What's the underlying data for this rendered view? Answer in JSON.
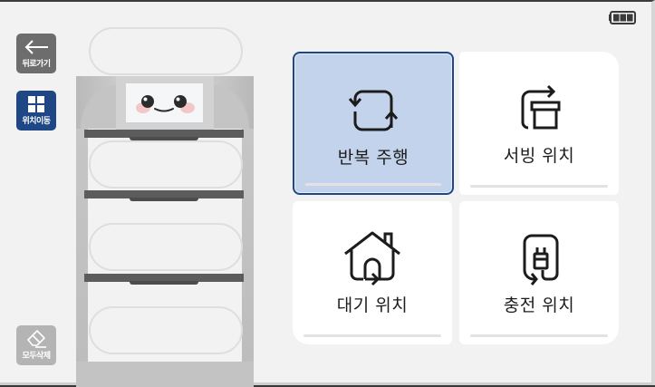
{
  "status_bar": {
    "battery_icon": "battery-full-icon",
    "battery_level_bars": 3
  },
  "sidebar": {
    "items": [
      {
        "id": "back",
        "label": "뒤로가기",
        "icon": "arrow-left-icon",
        "color": "#6d6d6d"
      },
      {
        "id": "move",
        "label": "위치이동",
        "icon": "grid-icon",
        "color": "#1f4786",
        "active": true
      },
      {
        "id": "clear",
        "label": "모두삭제",
        "icon": "eraser-icon",
        "color": "#b4b4b4"
      }
    ]
  },
  "robot": {
    "face": "smiley-face",
    "trays": 4
  },
  "tiles": [
    {
      "id": "repeat",
      "label": "반복 주행",
      "icon": "loop-arrows-icon",
      "selected": true
    },
    {
      "id": "serve",
      "label": "서빙 위치",
      "icon": "serving-box-icon",
      "selected": false
    },
    {
      "id": "wait",
      "label": "대기 위치",
      "icon": "home-icon",
      "selected": false
    },
    {
      "id": "charge",
      "label": "충전 위치",
      "icon": "charger-plug-icon",
      "selected": false
    }
  ],
  "colors": {
    "accent": "#1f4786",
    "selected_tile_bg": "#c4d3ec",
    "background": "#f1f2f1"
  }
}
